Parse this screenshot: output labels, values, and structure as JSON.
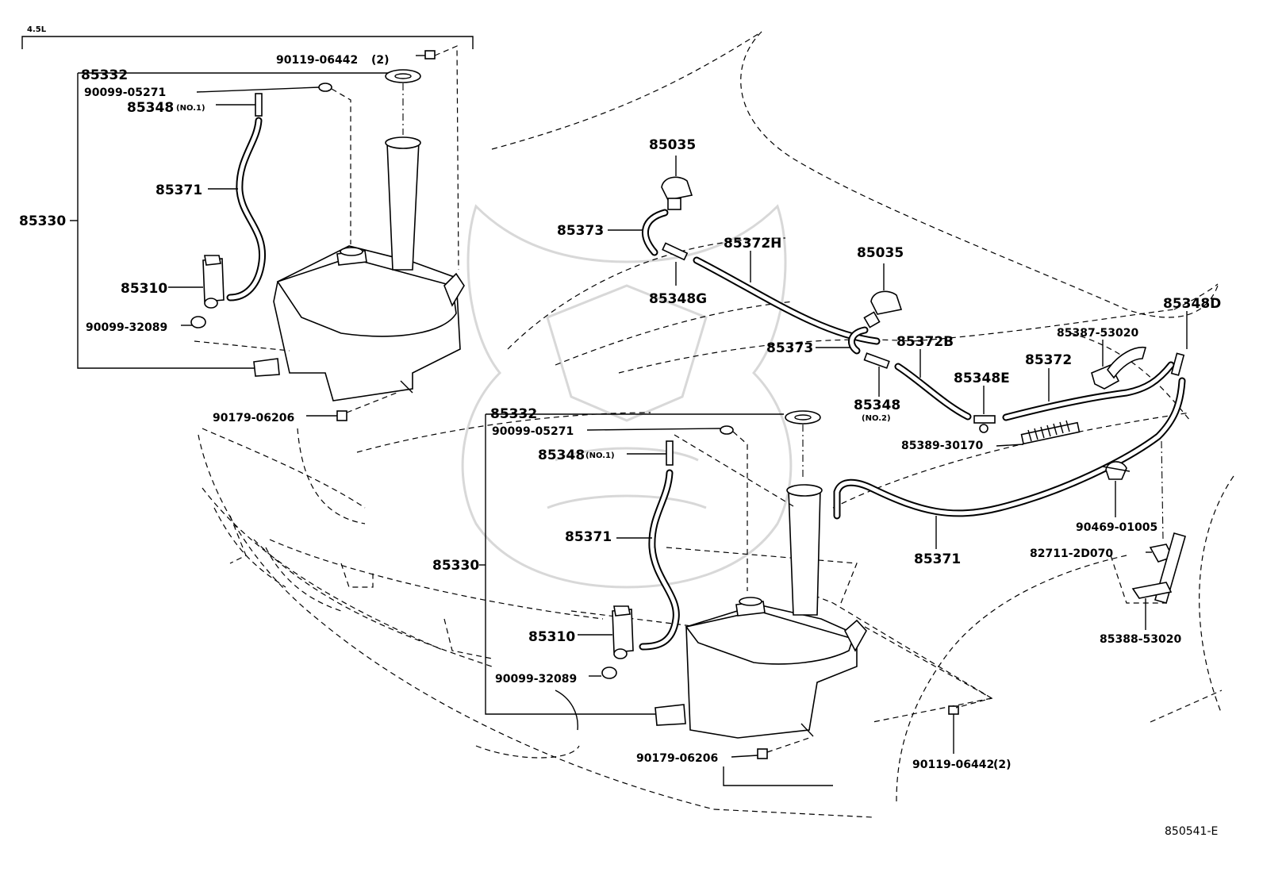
{
  "variant_label": "4.5L",
  "reference_code": "850541-E",
  "upper_assembly": {
    "labels": {
      "bolt_top": "90119-06442",
      "bolt_top_qty": "(2)",
      "cap_gasket": "85332",
      "grommet": "90099-05271",
      "joint": "85348",
      "joint_no": "(NO.1)",
      "hose": "85371",
      "assembly": "85330",
      "motor": "85310",
      "grommet_motor": "90099-32089",
      "nut": "90179-06206"
    }
  },
  "lower_assembly": {
    "labels": {
      "cap_gasket": "85332",
      "grommet": "90099-05271",
      "joint": "85348",
      "joint_no": "(NO.1)",
      "hose": "85371",
      "assembly": "85330",
      "motor": "85310",
      "grommet_motor": "90099-32089",
      "nut": "90179-06206",
      "bolt": "90119-06442",
      "bolt_qty": "(2)"
    }
  },
  "hood_side": {
    "labels": {
      "nozzle_left": "85035",
      "hose_left": "85373",
      "hose_h": "85372H",
      "joint_g": "85348G",
      "nozzle_right": "85035",
      "hose_right": "85373",
      "hose_b": "85372B",
      "joint_no2": "85348",
      "joint_no2_sub": "(NO.2)",
      "joint_e": "85348E",
      "hose_main": "85372",
      "clamp_upper": "85387-53020",
      "joint_d": "85348D",
      "protector": "85389-30170",
      "clip": "90469-01005",
      "hose_lower": "85371",
      "clip_b": "82711-2D070",
      "clamp_lower": "85388-53020"
    }
  }
}
